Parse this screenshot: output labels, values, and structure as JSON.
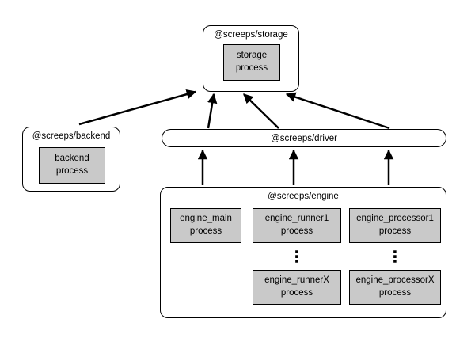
{
  "storage": {
    "label": "@screeps/storage",
    "process": "storage\nprocess"
  },
  "backend": {
    "label": "@screeps/backend",
    "process": "backend\nprocess"
  },
  "driver": {
    "label": "@screeps/driver"
  },
  "engine": {
    "label": "@screeps/engine",
    "main": "engine_main\nprocess",
    "runner1": "engine_runner1\nprocess",
    "processor1": "engine_processor1\nprocess",
    "runnerX": "engine_runnerX\nprocess",
    "processorX": "engine_processorX\nprocess",
    "ellipsis": "⋮"
  },
  "colors": {
    "process_fill": "#c9c9c9",
    "line": "#000000",
    "background": "#ffffff"
  }
}
